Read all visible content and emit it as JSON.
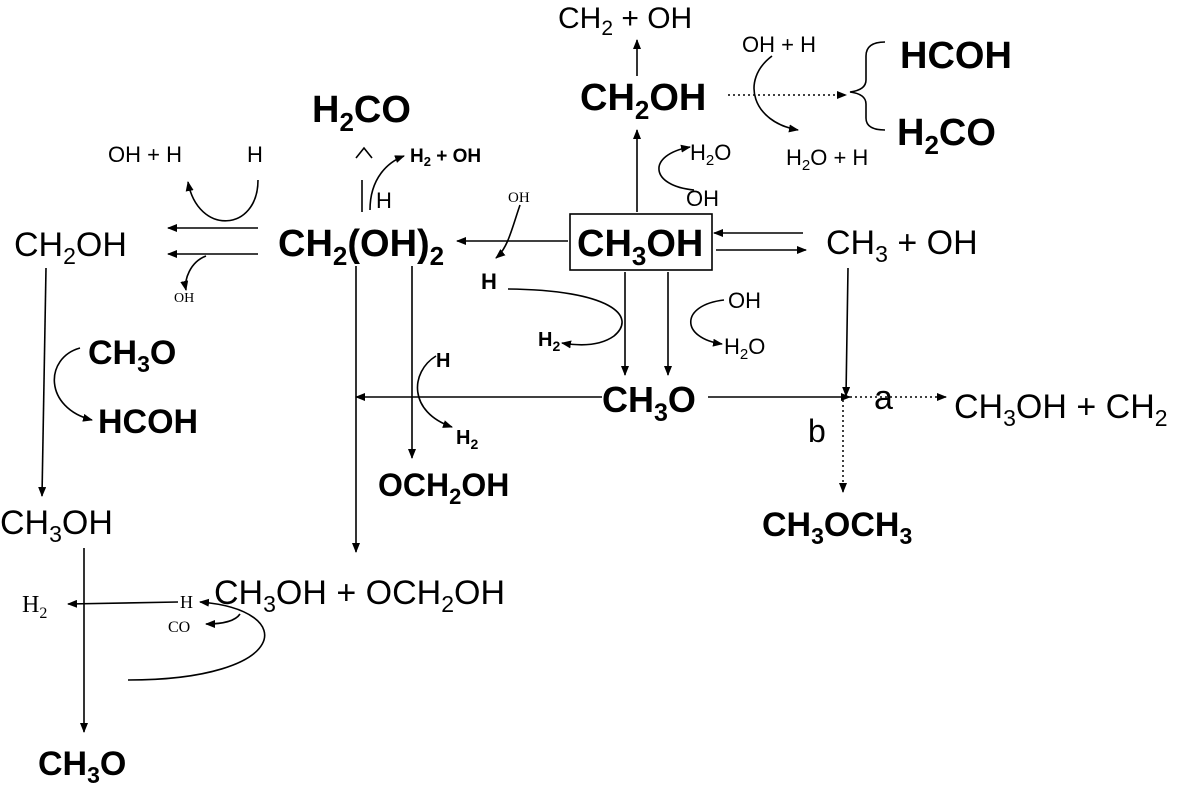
{
  "center": {
    "pre": "CH",
    "sub": "3",
    "post": "OH"
  },
  "top_branch": {
    "ch2_oh_top": {
      "pre": "CH",
      "sub": "2",
      "post": " + OH"
    },
    "ch2oh": {
      "pre": "CH",
      "sub": "2",
      "post": "OH"
    },
    "oh_h": "OH + H",
    "h2o_h": {
      "pre": "H",
      "sub": "2",
      "post": "O + H"
    },
    "hcoh": "HCOH",
    "h2co": {
      "pre": "H",
      "sub": "2",
      "post": "CO"
    },
    "h2o": {
      "pre": "H",
      "sub": "2",
      "post": "O"
    },
    "oh": "OH"
  },
  "left_branch": {
    "h2co": {
      "pre": "H",
      "sub": "2",
      "post": "CO"
    },
    "h2_oh": {
      "pre": "H",
      "sub": "2",
      "post": " + OH"
    },
    "h": "H",
    "ch2oh2": {
      "pre": "CH",
      "sub": "2",
      "post": "(OH)",
      "sub2": "2"
    },
    "oh_small": "OH",
    "h_small": "H",
    "oh_h": "OH + H",
    "h_right": "H",
    "ch2oh": {
      "pre": "CH",
      "sub": "2",
      "post": "OH"
    },
    "oh_below": "OH",
    "ch3o_mid": {
      "pre": "CH",
      "sub": "3",
      "post": "O"
    },
    "hcoh": "HCOH",
    "ch3oh_low": {
      "pre": "CH",
      "sub": "3",
      "post": "OH"
    },
    "h2_low": {
      "pre": "H",
      "sub": "2"
    },
    "h_low": "H",
    "co_low": "CO",
    "product": {
      "pre": "CH",
      "sub": "3",
      "post": "OH + OCH",
      "sub2": "2",
      "post2": "OH"
    },
    "ch3o_bottom": {
      "pre": "CH",
      "sub": "3",
      "post": "O"
    }
  },
  "mid_branch": {
    "h2_mid": {
      "pre": "H",
      "sub": "2"
    },
    "oh_mid": "OH",
    "h2o_mid": {
      "pre": "H",
      "sub": "2",
      "post": "O"
    },
    "ch3o": {
      "pre": "CH",
      "sub": "3",
      "post": "O"
    },
    "h_mid": "H",
    "h2_low": {
      "pre": "H",
      "sub": "2"
    },
    "och2oh": {
      "pre": "OCH",
      "sub": "2",
      "post": "OH"
    }
  },
  "right_branch": {
    "ch3_oh": {
      "pre": "CH",
      "sub": "3",
      "post": " + OH"
    },
    "label_a": "a",
    "label_b": "b",
    "ch3oh_ch2": {
      "pre": "CH",
      "sub": "3",
      "post": "OH + CH",
      "sub2": "2"
    },
    "ch3och3": {
      "pre": "CH",
      "sub": "3",
      "post": "OCH",
      "sub2": "3"
    }
  }
}
